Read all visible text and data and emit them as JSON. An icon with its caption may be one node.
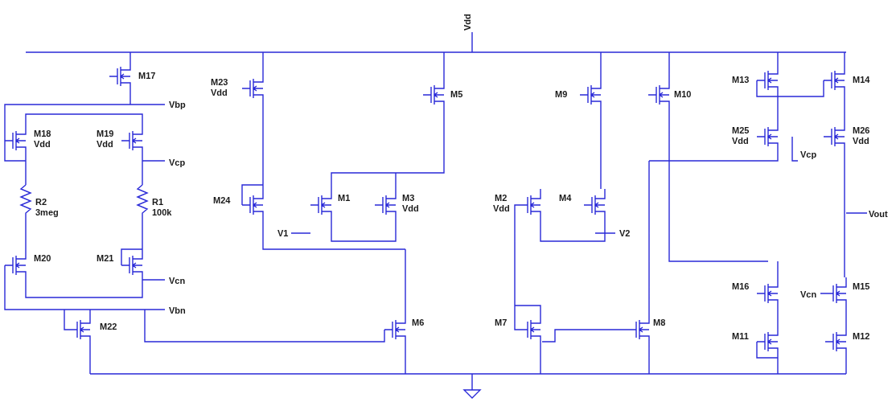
{
  "diagram": {
    "labels": [
      "Vdd",
      "M17",
      "M23",
      "Vdd",
      "M5",
      "M9",
      "M10",
      "M13",
      "M14",
      "Vbp",
      "M18",
      "Vdd",
      "M19",
      "Vdd",
      "M25",
      "Vdd",
      "M26",
      "Vdd",
      "Vcp",
      "Vcp",
      "M24",
      "M1",
      "M3",
      "Vdd",
      "M2",
      "Vdd",
      "M4",
      "R2",
      "3meg",
      "R1",
      "100k",
      "Vout",
      "V1",
      "V2",
      "M20",
      "M21",
      "Vcn",
      "M16",
      "Vcn",
      "M15",
      "Vbn",
      "M6",
      "M7",
      "M8",
      "M22",
      "M11",
      "M12"
    ]
  }
}
